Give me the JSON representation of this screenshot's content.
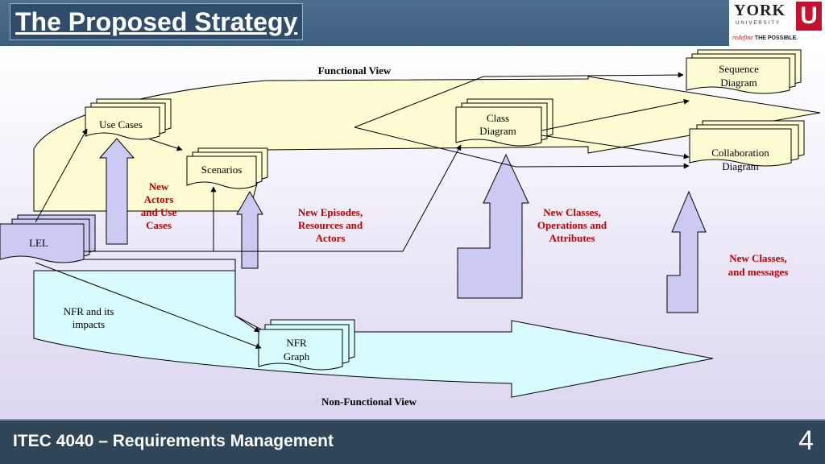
{
  "slide": {
    "title": "The Proposed Strategy",
    "footer": "ITEC 4040 – Requirements Management",
    "page_number": "4"
  },
  "logo": {
    "name": "YORK",
    "university": "UNIVERSITY",
    "tagline": "redefine",
    "tagline_bold": "THE POSSIBLE.",
    "mark": "U"
  },
  "diagram": {
    "functional_view": "Functional View",
    "non_functional_view": "Non-Functional View",
    "documents": {
      "use_cases": "Use Cases",
      "scenarios": "Scenarios",
      "lel": "LEL",
      "class_diagram": [
        "Class",
        "Diagram"
      ],
      "sequence_diagram": [
        "Sequence",
        "Diagram"
      ],
      "collaboration_diagram": [
        "Collaboration",
        "Diagram"
      ],
      "nfr_graph": [
        "NFR",
        "Graph"
      ]
    },
    "annotations": {
      "new_actors": [
        "New",
        "Actors",
        "and Use",
        "Cases"
      ],
      "new_episodes": [
        "New Episodes,",
        "Resources and",
        "Actors"
      ],
      "new_classes_ops": [
        "New Classes,",
        "Operations and",
        "Attributes"
      ],
      "new_classes_msgs": [
        "New Classes,",
        "and messages"
      ],
      "nfr_impacts": [
        "NFR and its",
        "impacts"
      ]
    },
    "colors": {
      "functional_fill": "#fdfcd2",
      "nonfunctional_fill": "#d8fcfc",
      "arrow_fill": "#cbcaf3",
      "annotation_red": "#c00000",
      "bar_blue": "#3e5f80"
    }
  }
}
